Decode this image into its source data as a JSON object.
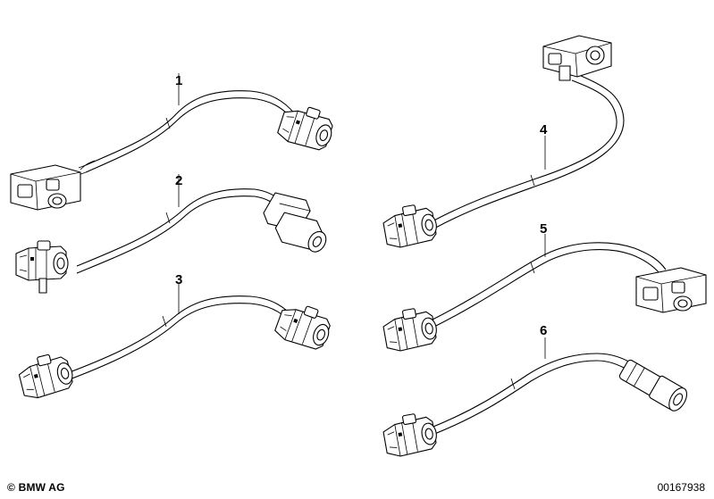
{
  "callouts": [
    {
      "id": "1",
      "label": "1"
    },
    {
      "id": "2",
      "label": "2"
    },
    {
      "id": "3",
      "label": "3"
    },
    {
      "id": "4",
      "label": "4"
    },
    {
      "id": "5",
      "label": "5"
    },
    {
      "id": "6",
      "label": "6"
    }
  ],
  "footer": {
    "copyright": "© BMW AG",
    "document_number": "00167938"
  }
}
